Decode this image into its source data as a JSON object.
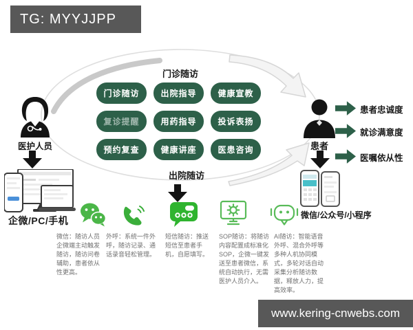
{
  "banner_top": {
    "text": "TG: MYYJJPP"
  },
  "banner_bottom": {
    "text": "www.kering-cnwebs.com"
  },
  "diagram": {
    "loop_top_label": "门诊随访",
    "loop_bottom_label": "出院随访",
    "buttons": [
      "门诊随访",
      "出院指导",
      "健康宣教",
      "复诊提醒",
      "用药指导",
      "投诉表扬",
      "预约复查",
      "健康讲座",
      "医患咨询"
    ],
    "staff": {
      "label": "医护人员",
      "devices_label": "企微/PC/手机"
    },
    "patient": {
      "label": "患者",
      "devices_label": "微信/公众号/小程序"
    },
    "outcomes": [
      "患者忠诚度",
      "就诊满意度",
      "医嘱依从性"
    ]
  },
  "methods": [
    {
      "icon": "wechat-icon",
      "text": "微信：随访人员企微端主动触发随访，随访问卷辅助，患者依从性更高。"
    },
    {
      "icon": "phone-call-icon",
      "text": "外呼：系统一件外呼，随访记录、通话录音轻松管理。"
    },
    {
      "icon": "sms-bubble-icon",
      "text": "短信随访：推送短信至患者手机，自愿填写。"
    },
    {
      "icon": "sop-monitor-gear-icon",
      "text": "SOP随访：将随访内容配置成标准化SOP，企微一键发送至患者微信，系统自动执行，无需医护人员介入。"
    },
    {
      "icon": "ai-robot-icon",
      "text": "AI随访：智能语音外呼、混合外呼等多种人机协同模式，多轮对话自动采集分析随访数据，释放人力，提高效率。"
    }
  ],
  "colors": {
    "node_green": "#2d6049",
    "arrow_green": "#2c5f47",
    "wechat_green": "#4bb648",
    "icon_green": "#3aae3a",
    "bubble_green": "#2fb42f",
    "outline_green": "#58bb58",
    "banner_gray": "#585858"
  }
}
